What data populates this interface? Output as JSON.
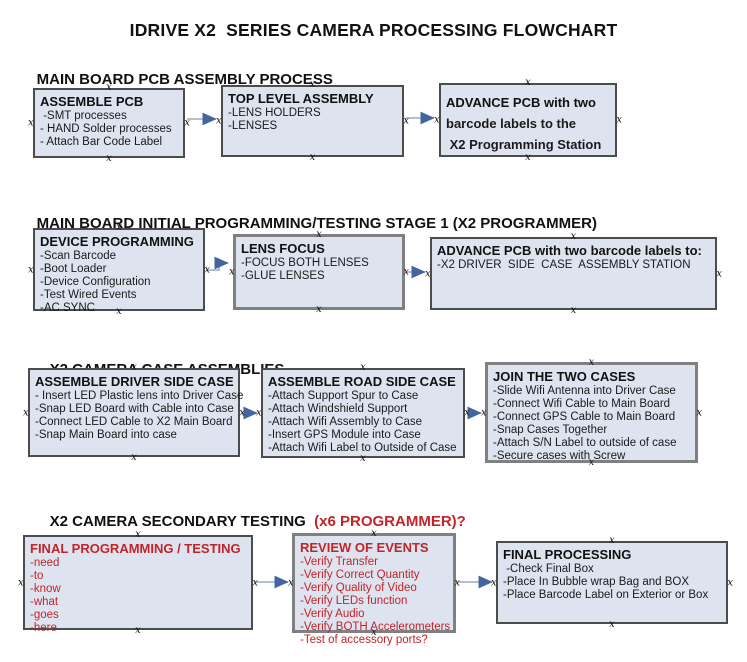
{
  "title": "IDRIVE X2  SERIES CAMERA PROCESSING FLOWCHART",
  "colors": {
    "box_fill": "#dde4f0",
    "box_border": "#4c4c4c",
    "box_border_gray": "#808080",
    "accent_red": "#c22428",
    "connector_line": "#97a9c6",
    "connector_head": "#44659e"
  },
  "sections": [
    {
      "heading": "MAIN BOARD PCB ASSEMBLY PROCESS",
      "boxes": [
        {
          "title": "ASSEMBLE PCB",
          "items": [
            " -SMT processes",
            "- HAND Solder processes",
            "- Attach Bar Code Label"
          ]
        },
        {
          "title": "TOP LEVEL ASSEMBLY",
          "items": [
            "-LENS HOLDERS",
            "-LENSES"
          ]
        },
        {
          "title": "ADVANCE PCB with two",
          "items": [
            "barcode labels to the",
            " X2 Programming Station"
          ]
        }
      ]
    },
    {
      "heading": "MAIN BOARD INITIAL PROGRAMMING/TESTING STAGE 1 (X2 PROGRAMMER)",
      "boxes": [
        {
          "title": "DEVICE PROGRAMMING",
          "items": [
            "-Scan Barcode",
            "-Boot Loader",
            "-Device Configuration",
            "-Test Wired Events",
            "-AC SYNC"
          ]
        },
        {
          "title": "LENS FOCUS",
          "items": [
            "-FOCUS BOTH LENSES",
            "-GLUE LENSES"
          ]
        },
        {
          "title": "ADVANCE PCB with two barcode labels to:",
          "items": [
            "-X2 DRIVER  SIDE  CASE  ASSEMBLY STATION"
          ]
        }
      ]
    },
    {
      "heading": "X2 CAMERA CASE ASSEMBLIES",
      "boxes": [
        {
          "title": "ASSEMBLE DRIVER SIDE CASE",
          "items": [
            "- Insert LED Plastic lens into Driver Case",
            "-Snap LED Board with Cable into Case",
            "-Connect LED Cable to X2 Main Board",
            "-Snap Main Board into case"
          ]
        },
        {
          "title": "ASSEMBLE ROAD SIDE CASE",
          "items": [
            "-Attach Support Spur to Case",
            "-Attach Windshield Support",
            "-Attach Wifi Assembly to Case",
            "-Insert GPS Module into Case",
            "-Attach Wifi Label to Outside of Case"
          ]
        },
        {
          "title": "JOIN THE TWO CASES",
          "items": [
            "-Slide Wifi Antenna into Driver Case",
            "-Connect Wifi Cable to Main Board",
            "-Connect GPS Cable to Main Board",
            "-Snap Cases Together",
            "-Attach S/N Label to outside of case",
            "-Secure cases with Screw"
          ]
        }
      ]
    },
    {
      "heading": "X2 CAMERA SECONDARY TESTING  ",
      "heading_suffix": "(x6 PROGRAMMER)?",
      "boxes": [
        {
          "title": "FINAL PROGRAMMING / TESTING",
          "items": [
            "-need",
            "-to",
            "-know",
            "-what",
            "-goes",
            "-here"
          ]
        },
        {
          "title": "REVIEW OF EVENTS",
          "items": [
            "-Verify Transfer",
            "-Verify Correct Quantity",
            "-Verify Quality of Video",
            "-Verify LEDs function",
            "-Verify Audio",
            "-Verify BOTH Accelerometers",
            "-Test of accessory ports?"
          ]
        },
        {
          "title": "FINAL PROCESSING",
          "items": [
            " -Check Final Box",
            "-Place In Bubble wrap Bag and BOX",
            "-Place Barcode Label on Exterior or Box"
          ]
        }
      ]
    }
  ],
  "connectors": [
    {
      "from": "ASSEMBLE PCB",
      "to": "TOP LEVEL ASSEMBLY"
    },
    {
      "from": "TOP LEVEL ASSEMBLY",
      "to": "ADVANCE PCB with two barcode labels to the X2 Programming Station"
    },
    {
      "from": "DEVICE PROGRAMMING",
      "to": "LENS FOCUS"
    },
    {
      "from": "LENS FOCUS",
      "to": "ADVANCE PCB with two barcode labels to:"
    },
    {
      "from": "ASSEMBLE DRIVER SIDE CASE",
      "to": "ASSEMBLE ROAD SIDE CASE"
    },
    {
      "from": "ASSEMBLE ROAD SIDE CASE",
      "to": "JOIN THE TWO CASES"
    },
    {
      "from": "FINAL PROGRAMMING / TESTING",
      "to": "REVIEW OF EVENTS"
    },
    {
      "from": "REVIEW OF EVENTS",
      "to": "FINAL PROCESSING"
    }
  ]
}
